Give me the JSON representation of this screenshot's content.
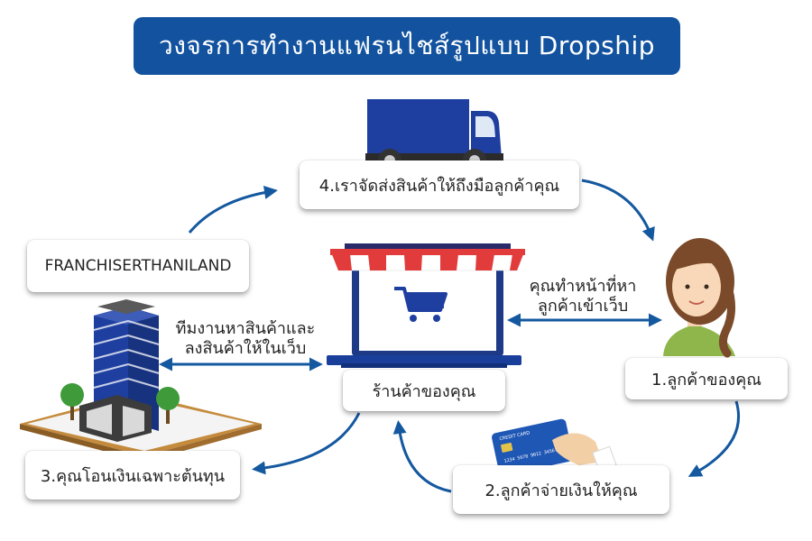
{
  "title": "วงจรการทำงานแฟรนไชส์รูปแบบ Dropship",
  "steps": {
    "step1": "1.ลูกค้าของคุณ",
    "step2": "2.ลูกค้าจ่ายเงินให้คุณ",
    "step3": "3.คุณโอนเงินเฉพาะต้นทุน",
    "step4": "4.เราจัดส่งสินค้าให้ถึงมือลูกค้าคุณ"
  },
  "store_label": "ร้านค้าของคุณ",
  "franchise_label": "FRANCHISERTHANILAND",
  "notes": {
    "customer_line1": "คุณทำหน้าที่หา",
    "customer_line2": "ลูกค้าเข้าเว็บ",
    "team_line1": "ทีมงานหาสินค้าและ",
    "team_line2": "ลงสินค้าให้ในเว็บ"
  },
  "card_text": {
    "brand": "CREDIT CARD",
    "number": "1234 5678 9012 3456"
  },
  "colors": {
    "primary_blue": "#12529f",
    "arrow_blue": "#14589f",
    "awning_red": "#e23b3b",
    "truck_blue": "#1f3fa0"
  },
  "icons": [
    "truck-icon",
    "laptop-store-icon",
    "shopping-cart-icon",
    "customer-avatar-icon",
    "credit-card-icon",
    "office-building-icon"
  ]
}
